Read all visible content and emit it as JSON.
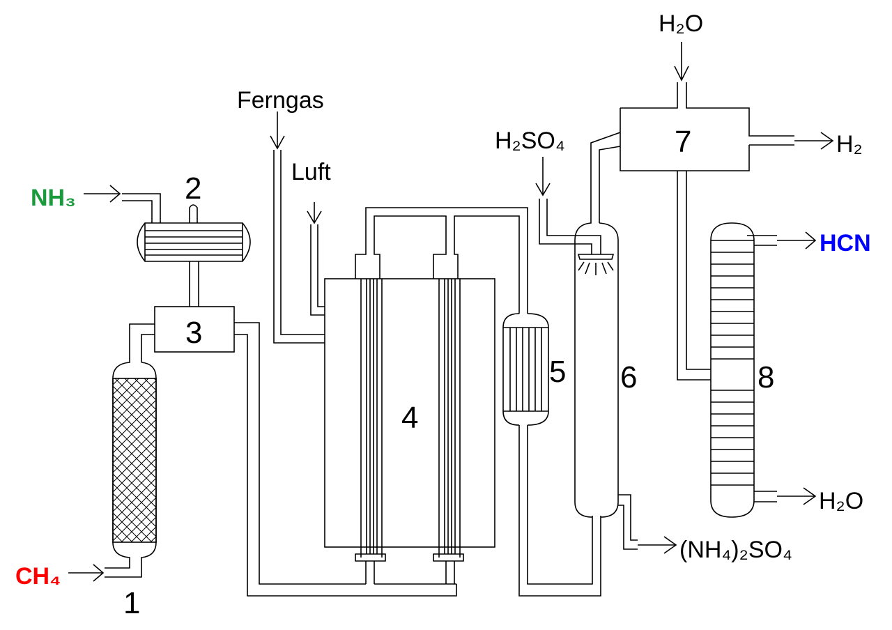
{
  "labels": {
    "nh3": "NH₃",
    "ch4": "CH₄",
    "ferngas": "Ferngas",
    "luft": "Luft",
    "h2so4": "H₂SO₄",
    "h2o_in": "H₂O",
    "h2": "H₂",
    "hcn": "HCN",
    "h2o_out": "H₂O",
    "ammonium_sulfate": "(NH₄)₂SO₄"
  },
  "units": [
    "1",
    "2",
    "3",
    "4",
    "5",
    "6",
    "7",
    "8"
  ],
  "colors": {
    "nh3": "#1a9a3c",
    "ch4": "#ff0000",
    "hcn": "#0000ff"
  }
}
